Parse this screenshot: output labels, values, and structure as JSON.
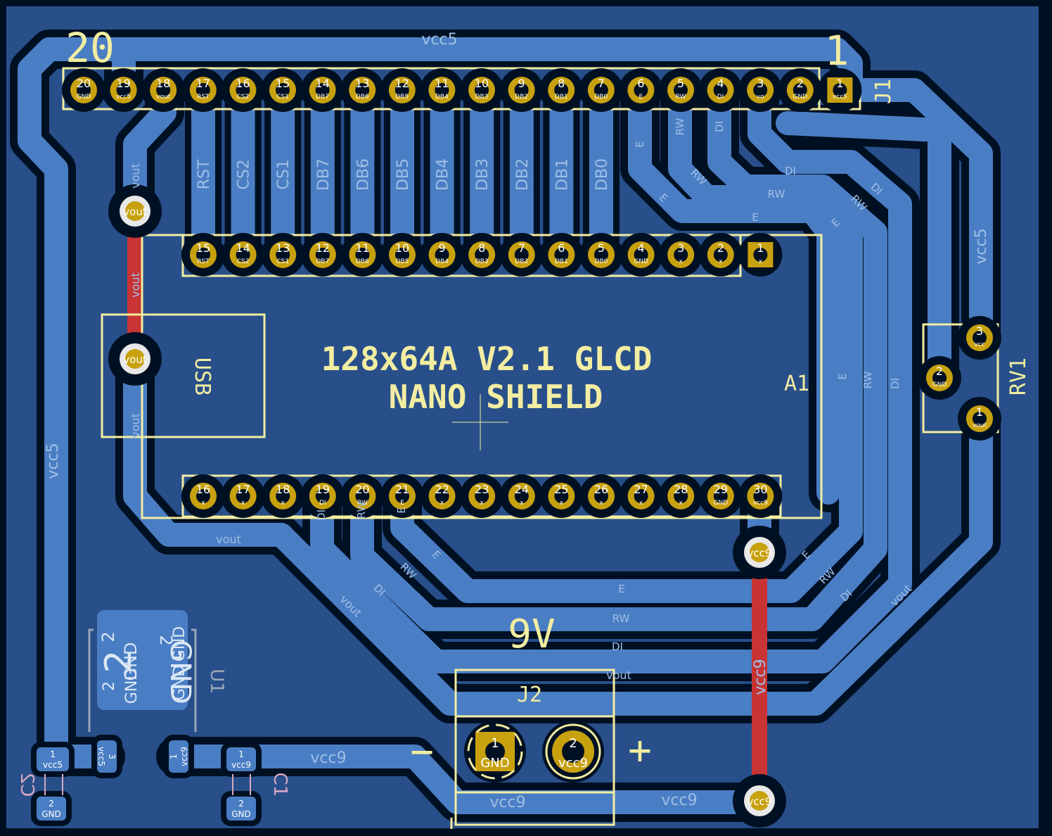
{
  "board": {
    "title_line1": "128x64A V2.1 GLCD",
    "title_line2": "NANO SHIELD",
    "pin20_label": "20",
    "pin1_label": "1",
    "j1_ref": "J1",
    "a1_ref": "A1",
    "rv1_ref": "RV1",
    "j2_ref": "J2",
    "u1_ref": "U1",
    "c1_ref": "C1",
    "c2_ref": "C2",
    "usb_label": "USB",
    "nine_v": "9V",
    "plus": "+",
    "minus": "−",
    "gnd_big": "GND",
    "gnd_two": "2"
  },
  "colors": {
    "background": "#001023",
    "board": "#284f8a",
    "copper_top": "#4a7ec4",
    "copper_bottom": "#c83434",
    "silkscreen": "#f2eda1",
    "pad": "#c8a10f"
  },
  "nets": {
    "vcc5": "vcc5",
    "vcc9": "vcc9",
    "vout": "vout",
    "gnd": "GND",
    "e": "E",
    "rw": "RW",
    "di": "DI"
  },
  "j1_pins": [
    {
      "num": "20",
      "name": "GND"
    },
    {
      "num": "19",
      "name": "vcc5"
    },
    {
      "num": "18",
      "name": "vout"
    },
    {
      "num": "17",
      "name": "RST"
    },
    {
      "num": "16",
      "name": "CS2"
    },
    {
      "num": "15",
      "name": "CS1"
    },
    {
      "num": "14",
      "name": "DB7"
    },
    {
      "num": "13",
      "name": "DB6"
    },
    {
      "num": "12",
      "name": "DB5"
    },
    {
      "num": "11",
      "name": "DB4"
    },
    {
      "num": "10",
      "name": "DB3"
    },
    {
      "num": "9",
      "name": "DB2"
    },
    {
      "num": "8",
      "name": "DB1"
    },
    {
      "num": "7",
      "name": "DB0"
    },
    {
      "num": "6",
      "name": "E"
    },
    {
      "num": "5",
      "name": "RW"
    },
    {
      "num": "4",
      "name": "DI"
    },
    {
      "num": "3",
      "name": "vo"
    },
    {
      "num": "2",
      "name": "GND"
    },
    {
      "num": "1",
      "name": "vcc5"
    }
  ],
  "bus_labels": [
    "RST",
    "CS2",
    "CS1",
    "DB7",
    "DB6",
    "DB5",
    "DB4",
    "DB3",
    "DB2",
    "DB1",
    "DB0"
  ],
  "a1_top": [
    {
      "num": "15",
      "name": "RST"
    },
    {
      "num": "14",
      "name": "CS2"
    },
    {
      "num": "13",
      "name": "CS1"
    },
    {
      "num": "12",
      "name": "DB7"
    },
    {
      "num": "11",
      "name": "DB6"
    },
    {
      "num": "10",
      "name": "DB5"
    },
    {
      "num": "9",
      "name": "DB4"
    },
    {
      "num": "8",
      "name": "DB3"
    },
    {
      "num": "7",
      "name": "DB2"
    },
    {
      "num": "6",
      "name": "DB1"
    },
    {
      "num": "5",
      "name": "DB0"
    },
    {
      "num": "4",
      "name": "GND"
    },
    {
      "num": "3",
      "name": "x"
    },
    {
      "num": "2",
      "name": "x"
    },
    {
      "num": "1",
      "name": "x"
    }
  ],
  "a1_bottom": [
    {
      "num": "16",
      "name": "x"
    },
    {
      "num": "17",
      "name": "x"
    },
    {
      "num": "18",
      "name": "x"
    },
    {
      "num": "19",
      "name": "DI"
    },
    {
      "num": "20",
      "name": "RW"
    },
    {
      "num": "21",
      "name": "E"
    },
    {
      "num": "22",
      "name": "x"
    },
    {
      "num": "23",
      "name": "x"
    },
    {
      "num": "24",
      "name": "x"
    },
    {
      "num": "25",
      "name": "x"
    },
    {
      "num": "26",
      "name": "x"
    },
    {
      "num": "27",
      "name": "x"
    },
    {
      "num": "28",
      "name": "x"
    },
    {
      "num": "29",
      "name": "GND"
    },
    {
      "num": "30",
      "name": "vcc9"
    }
  ],
  "rv1_pins": [
    {
      "num": "3",
      "name": "vcc"
    },
    {
      "num": "2",
      "name": "GND"
    },
    {
      "num": "1",
      "name": "vout"
    }
  ],
  "j2_pins": [
    {
      "num": "1",
      "name": "GND"
    },
    {
      "num": "2",
      "name": "vcc9"
    }
  ],
  "u1_pins": [
    {
      "num": "3",
      "name": "vcc5"
    },
    {
      "num": "1",
      "name": "vcc9"
    },
    {
      "num": "2",
      "name": "GND"
    }
  ],
  "c2_pins": [
    {
      "num": "1",
      "name": "vcc5"
    },
    {
      "num": "2",
      "name": "GND"
    }
  ],
  "c1_pins": [
    {
      "num": "1",
      "name": "vcc9"
    },
    {
      "num": "2",
      "name": "GND"
    }
  ]
}
